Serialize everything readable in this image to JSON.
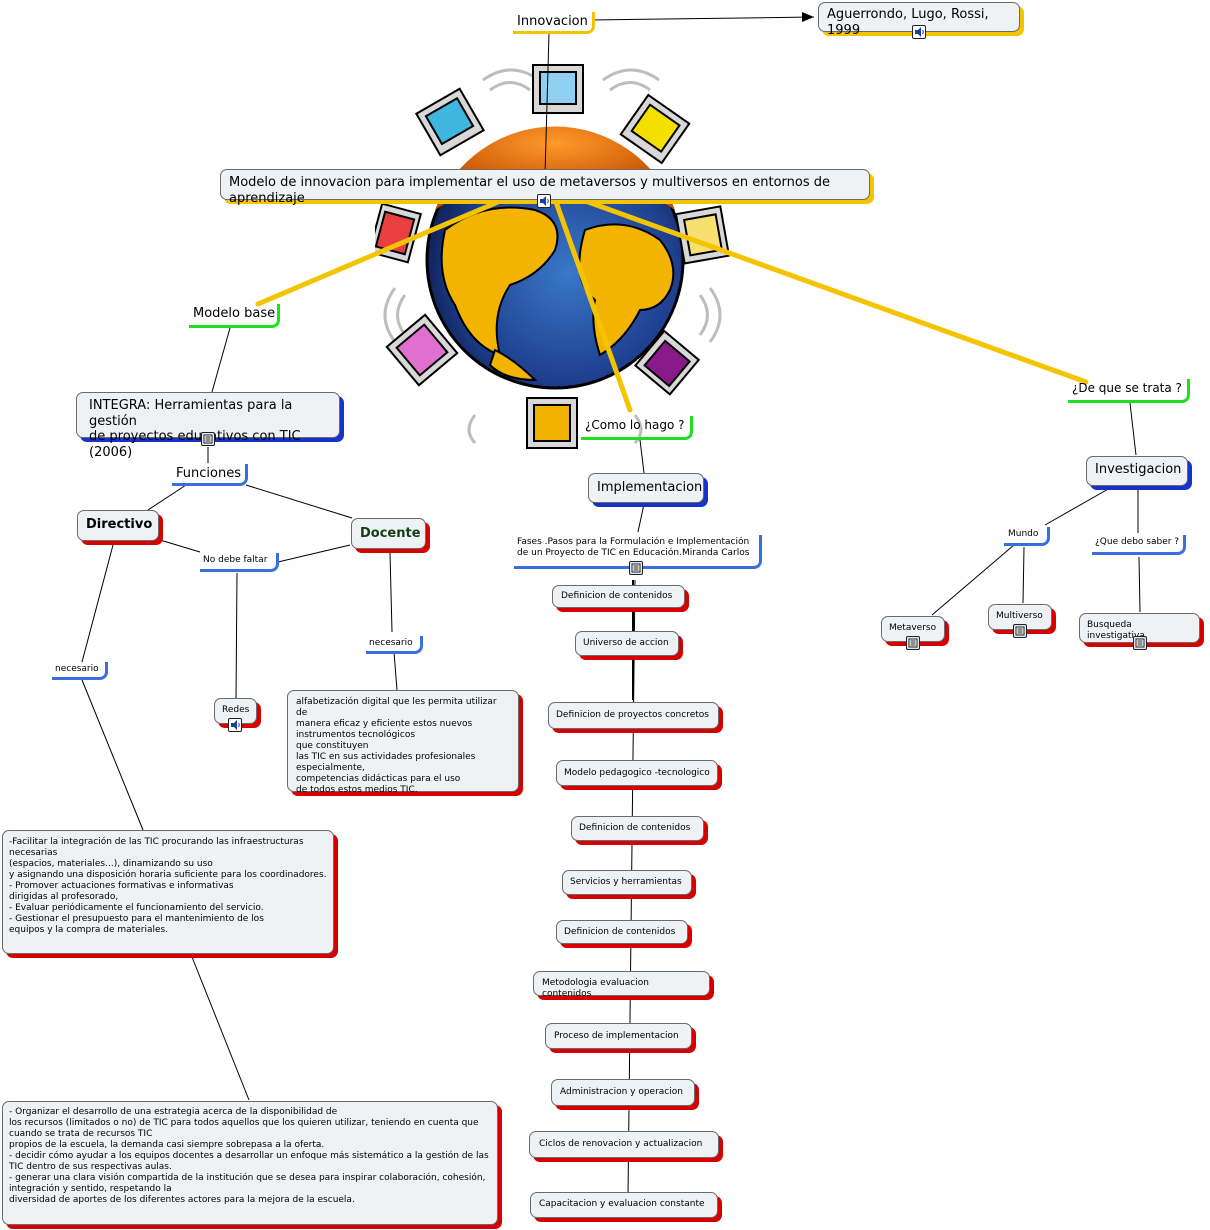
{
  "colors": {
    "yellow": "#f5c400",
    "green": "#1fe01f",
    "blue": "#3a6fe0",
    "navy": "#1633c8",
    "red": "#d60000",
    "node_bg": "#eef2f4"
  },
  "labels": {
    "innovacion": "Innovacion",
    "modelo_base": "Modelo base",
    "funciones": "Funciones",
    "no_debe_faltar": "No debe faltar",
    "necesario_left": "necesario",
    "necesario_right": "necesario",
    "como_lo_hago": "¿Como lo hago ?",
    "de_que_se_trata": "¿De que se trata ?",
    "mundo": "Mundo",
    "que_debo_saber": "¿Que debo saber ?"
  },
  "nodes": {
    "aguerrondo": "Aguerrondo, Lugo, Rossi, 1999",
    "modelo": "Modelo de innovacion para implementar el uso de metaversos y multiversos en entornos de aprendizaje",
    "integra": "INTEGRA: Herramientas para la gestión\nde proyectos educativos con TIC (2006)",
    "directivo": "Directivo",
    "docente": "Docente",
    "redes": "Redes",
    "docente_text": "alfabetización digital que les permita utilizar de\n  manera eficaz y eficiente estos nuevos\n   instrumentos tecnológicos\n  que constituyen\nlas TIC en sus actividades profesionales\n  especialmente,\ncompetencias didácticas para el uso\n  de todos estos medios TIC.",
    "directivo_text1": "-Facilitar la integración de las TIC procurando las infraestructuras\nnecesarias\n (espacios, materiales...), dinamizando su uso\ny asignando una disposición horaria suficiente para los coordinadores.\n- Promover actuaciones formativas e informativas\ndirigidas al profesorado,\n- Evaluar periódicamente el funcionamiento del servicio.\n- Gestionar el presupuesto para el mantenimiento de los\nequipos y la compra de materiales.",
    "directivo_text2": "- Organizar el desarrollo de una estrategia acerca de la disponibilidad de\nlos recursos (limitados o no) de TIC para todos aquellos que los quieren utilizar, teniendo en cuenta que\n cuando se trata de recursos TIC\npropios de la escuela, la demanda casi siempre sobrepasa a la oferta.\n- decidir cómo ayudar a los equipos docentes a desarrollar un enfoque más sistemático a la gestión de las\n TIC dentro de sus respectivas aulas.\n- generar una clara visión compartida de la institución que se desea para inspirar colaboración, cohesión,\nintegración y sentido, respetando la\ndiversidad de aportes de los diferentes actores para la mejora de la escuela.",
    "implementacion": "Implementacion",
    "fases": "Fases .Pasos para la Formulación e Implementación\nde un Proyecto de TIC en Educación.Miranda Carlos",
    "investigacion": "Investigacion",
    "metaverso": "Metaverso",
    "multiverso": "Multiverso",
    "busqueda": "Busqueda investigativa"
  },
  "steps": [
    "Definicion de contenidos",
    "Universo de accion",
    "Definicion de proyectos concretos",
    "Modelo pedagogico -tecnologico",
    "Definicion de contenidos",
    "Servicios y herramientas",
    "Definicion de contenidos",
    "Metodologia evaluacion contenidos",
    "Proceso de implementacion",
    "Administracion y operacion",
    "Ciclos de renovacion y actualizacion",
    "Capacitacion y  evaluacion constante"
  ],
  "icons": {
    "speaker": "speaker-icon",
    "document": "document-icon",
    "globe": "globe-computers-clipart"
  }
}
